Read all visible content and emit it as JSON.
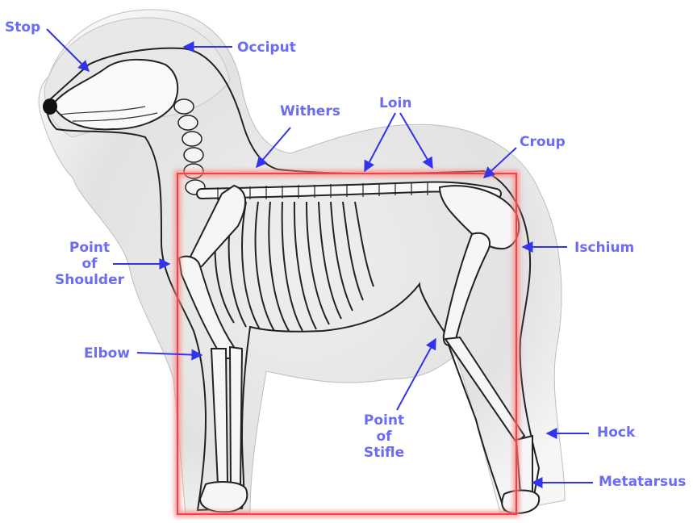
{
  "colors": {
    "label": "#6b6bf5",
    "arrow": "#3333ee",
    "frame": "#ee4444",
    "fur": "#dcdcdc",
    "outline": "#222222"
  },
  "icons": {
    "nose": "nose-icon"
  },
  "labels": {
    "stop": "Stop",
    "occiput": "Occiput",
    "withers": "Withers",
    "loin": "Loin",
    "croup": "Croup",
    "ischium": "Ischium",
    "point_of_shoulder": [
      "Point",
      "of",
      "Shoulder"
    ],
    "elbow": "Elbow",
    "point_of_stifle": [
      "Point",
      "of",
      "Stifle"
    ],
    "hock": "Hock",
    "metatarsus": "Metatarsus"
  }
}
